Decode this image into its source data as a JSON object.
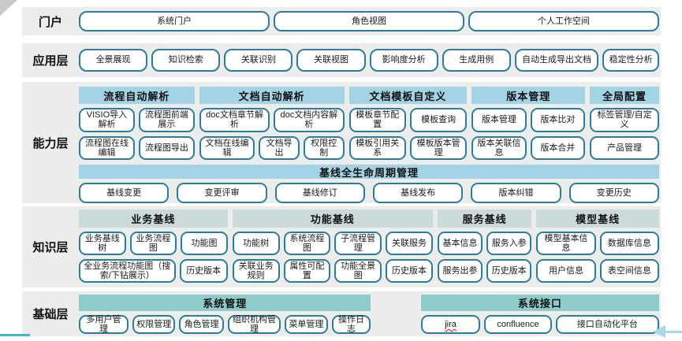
{
  "colors": {
    "band_bg": "#ececea",
    "button_border": "#2b7d9b",
    "header_blue": "#a3d4e6",
    "header_sage": "#cbdbd9",
    "header_teal": "#8ecccb",
    "squiggle_red": "#d93025",
    "deco_teal_line": "#3eb7c9",
    "deco_arrow": "#a7dbe0",
    "corner_gray": "#c9c9c9",
    "text": "#111111"
  },
  "layers": [
    {
      "label": "门户",
      "groups": [
        {
          "rows": [
            [
              "系统门户",
              "角色视图",
              "个人工作空间"
            ]
          ]
        }
      ]
    },
    {
      "label": "应用层",
      "groups": [
        {
          "rows": [
            [
              "全景展现",
              "知识检索",
              "关联识别",
              "关联视图",
              "影响度分析",
              "生成用例",
              {
                "t": "自动生成导出文档",
                "f": 1.25
              },
              {
                "t": "稳定性分析",
                "f": 0.8
              }
            ]
          ]
        }
      ]
    },
    {
      "label": "能力层",
      "groups": [
        {
          "title": "流程自动解析",
          "flex": 147,
          "rows": [
            [
              "VISIO导入解析",
              "流程图前端展示"
            ],
            [
              "流程图在线编辑",
              "流程图导出"
            ]
          ]
        },
        {
          "title": "文档自动解析",
          "flex": 184,
          "rows": [
            [
              "doc文档章节解析",
              "doc文档内容解析"
            ],
            [
              {
                "t": "文档在线编辑",
                "f": 1.45
              },
              "文档导出",
              "权限控制"
            ]
          ]
        },
        {
          "title": "文档模板自定义",
          "flex": 150,
          "rows": [
            [
              "模板章节配置",
              "模板查询"
            ],
            [
              "模板引用关系",
              "模板版本管理"
            ]
          ]
        },
        {
          "title": "版本管理",
          "flex": 144,
          "rows": [
            [
              "版本管理",
              "版本比对"
            ],
            [
              "版本关联信息",
              "版本合并"
            ]
          ]
        },
        {
          "title": "全局配置",
          "flex": 88,
          "rows": [
            [
              "标签管理/自定义"
            ],
            [
              "产品管理"
            ]
          ]
        }
      ],
      "banner": {
        "title": "基线全生命周期管理",
        "row": [
          "基线变更",
          "变更评审",
          "基线修订",
          "基线发布",
          "版本纠错",
          "变更历史"
        ]
      }
    },
    {
      "label": "知识层",
      "groups": [
        {
          "title": "业务基线",
          "flex": 188,
          "rows": [
            [
              "业务基线树",
              "业务流程图",
              "功能图"
            ],
            [
              {
                "t": "全业务流程功能图（搜索/下钻展示）",
                "f": 2.2
              },
              "历史版本"
            ]
          ]
        },
        {
          "title": "功能基线",
          "flex": 253,
          "rows": [
            [
              "功能树",
              "系统流程图",
              "子流程管理",
              "关联服务"
            ],
            [
              "关联业务规则",
              "属性可配置",
              "功能全景图",
              "历史版本"
            ]
          ]
        },
        {
          "title": "服务基线",
          "flex": 119,
          "rows": [
            [
              "基本信息",
              "服务入参"
            ],
            [
              "服务出参",
              "历史版本"
            ]
          ]
        },
        {
          "title": "模型基线",
          "flex": 155,
          "rows": [
            [
              "模型基本信息",
              "数据库信息"
            ],
            [
              "用户信息",
              "表空间信息"
            ]
          ]
        }
      ]
    },
    {
      "label": "基础层",
      "groups": [
        {
          "title": "系统管理",
          "flex": 375,
          "rows": [
            [
              {
                "t": "多用户管理",
                "f": 1.2
              },
              "权限管理",
              {
                "t": "角色管理",
                "f": 1.05
              },
              {
                "t": "组织机构管理",
                "f": 1.3
              },
              "菜单管理",
              {
                "t": "操作日志",
                "f": 0.9
              }
            ]
          ]
        },
        {
          "spacer": true,
          "flex": 52
        },
        {
          "title": "系统接口",
          "flex": 306,
          "rows": [
            [
              {
                "t": "jira",
                "cls": "squiggle"
              },
              {
                "t": "confluence",
                "f": 1.15
              },
              {
                "t": "接口自动化平台",
                "f": 1.85
              }
            ]
          ]
        }
      ]
    }
  ]
}
